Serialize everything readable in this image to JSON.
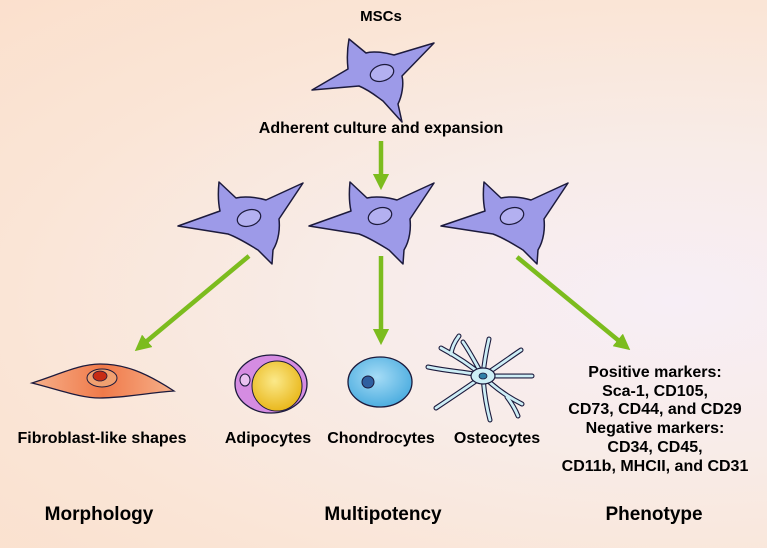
{
  "title": "MSCs",
  "step": "Adherent culture and expansion",
  "cells": {
    "morphology": "Fibroblast-like shapes",
    "adipocytes": "Adipocytes",
    "chondrocytes": "Chondrocytes",
    "osteocytes": "Osteocytes"
  },
  "markers": {
    "positive_heading": "Positive markers:",
    "positive_lines": [
      "Sca-1, CD105,",
      "CD73, CD44, and CD29"
    ],
    "negative_heading": "Negative markers:",
    "negative_lines": [
      "CD34, CD45,",
      "CD11b, MHCII, and CD31"
    ]
  },
  "categories": {
    "morphology": "Morphology",
    "multipotency": "Multipotency",
    "phenotype": "Phenotype"
  },
  "colors": {
    "cell_fill": "#9d9ae8",
    "cell_outline": "#1c1a3c",
    "nucleus": "#b3b0f0",
    "arrow": "#7cbc1e",
    "fibroblast": "#f07a4a",
    "adipocyte_outer": "#d58ce2",
    "adipocyte_lipid": "#f2c829",
    "chondrocyte": "#57b8e8",
    "osteocyte": "#cdeef6"
  }
}
